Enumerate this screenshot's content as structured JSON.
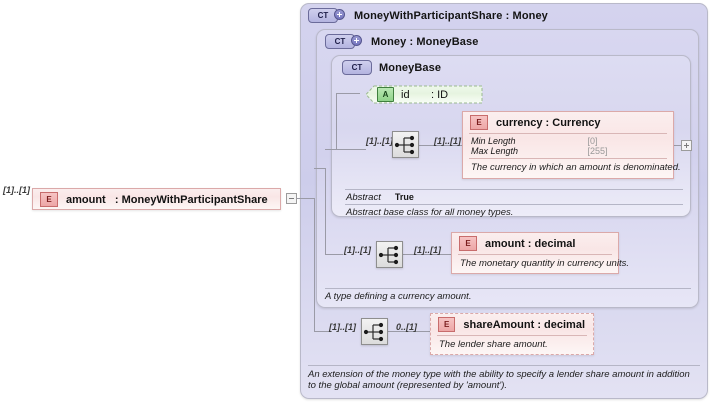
{
  "diagram": {
    "kind": "xsd-schema-diagram",
    "root_element": {
      "badge": "E",
      "name": "amount",
      "type": ": MoneyWithParticipantShare",
      "cardinality": "[1]..[1]",
      "toggle": "minus"
    },
    "containers": [
      {
        "level": 1,
        "badge": "CT",
        "badge_plus": true,
        "title": "MoneyWithParticipantShare : Money",
        "footer": "An extension of the money type with the ability to specify a lender share amount in addition to the global amount (represented by 'amount')."
      },
      {
        "level": 2,
        "badge": "CT",
        "badge_plus": true,
        "title": "Money    : MoneyBase",
        "footer": "A type defining a currency amount."
      },
      {
        "level": 3,
        "badge": "CT",
        "badge_plus": false,
        "title": "MoneyBase",
        "footer": "Abstract base class for all money types.",
        "facets": [
          {
            "name": "Abstract",
            "value": "True"
          }
        ]
      }
    ],
    "attribute": {
      "badge": "A",
      "name": "id",
      "type": ": ID"
    },
    "elements": [
      {
        "id": "currency",
        "badge": "E",
        "name": "currency : Currency",
        "cardinality_left": "[1]..[1]",
        "cardinality_right": "[1]..[1]",
        "optional": false,
        "facets": [
          {
            "name": "Min Length",
            "value": "[0]"
          },
          {
            "name": "Max Length",
            "value": "[255]"
          }
        ],
        "doc": "The currency in which an amount is denominated.",
        "toggle": "plus"
      },
      {
        "id": "amount",
        "badge": "E",
        "name": "amount   : decimal",
        "cardinality_left": "[1]..[1]",
        "cardinality_right": "[1]..[1]",
        "optional": false,
        "facets": [],
        "doc": "The monetary quantity in currency units.",
        "toggle": null
      },
      {
        "id": "shareAmount",
        "badge": "E",
        "name": "shareAmount : decimal",
        "cardinality_left": "[1]..[1]",
        "cardinality_right": "0..[1]",
        "optional": true,
        "facets": [],
        "doc": "The lender share amount.",
        "toggle": null
      }
    ],
    "compositors": [
      {
        "id": "seq-currency",
        "type": "sequence"
      },
      {
        "id": "seq-amount",
        "type": "sequence"
      },
      {
        "id": "seq-shareamount",
        "type": "sequence"
      }
    ],
    "colors": {
      "element_fill": "#f9e6e6",
      "element_border": "#dba9a9",
      "attribute_fill": "#e8f5e2",
      "attribute_border": "#9ab98f",
      "container_fill": "#d2d1ed",
      "container_border": "#b9b9c9",
      "line": "#9a9aa6"
    }
  }
}
